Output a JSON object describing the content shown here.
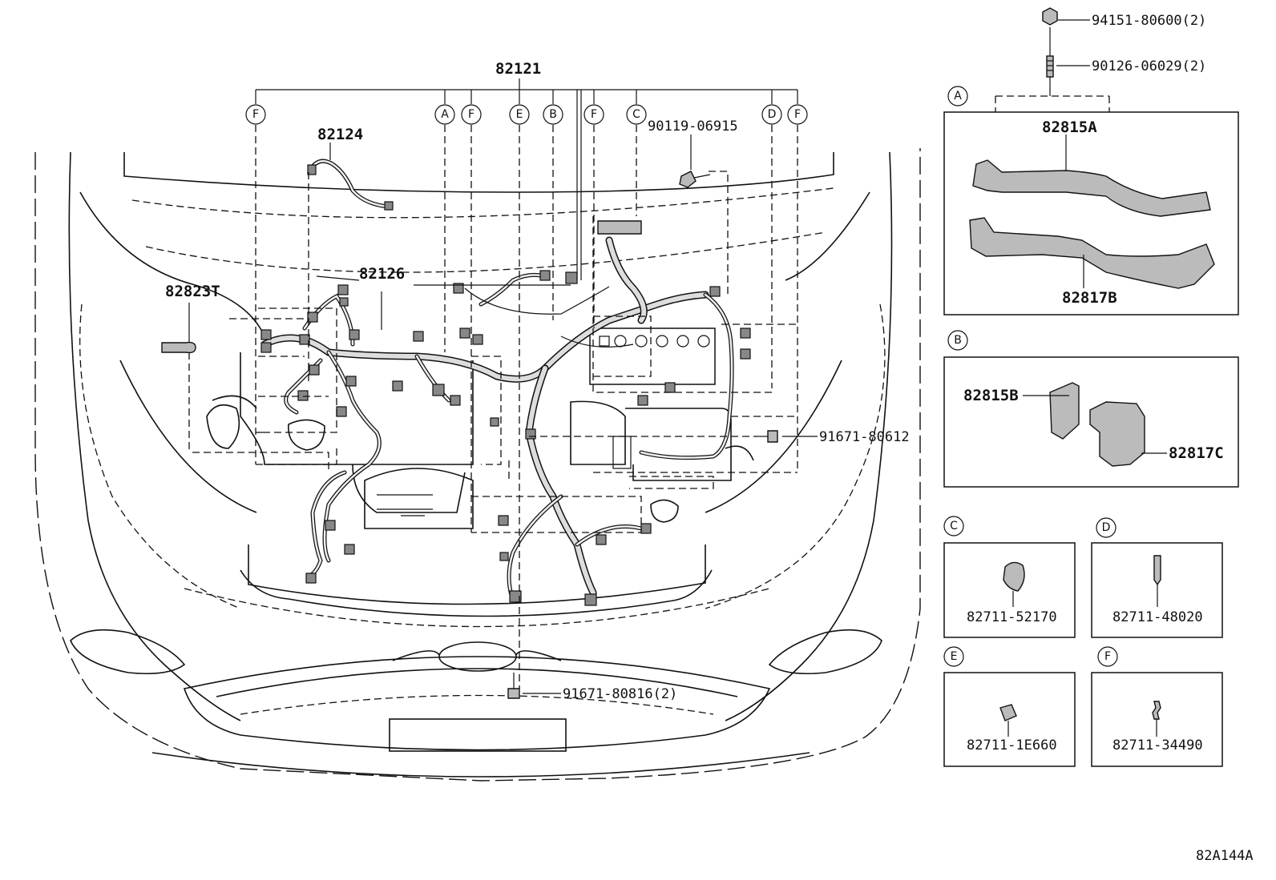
{
  "labels": {
    "harness_main": "82121",
    "wire_82124": "82124",
    "wire_82126": "82126",
    "clip_82823t": "82823T",
    "bolt_90119": "90119-06915",
    "bolt_91671_80612": "91671-80612",
    "bolt_91671_80816": "91671-80816(2)",
    "nut_94151": "94151-80600(2)",
    "stud_90126": "90126-06029(2)",
    "protector_82815a": "82815A",
    "protector_82817b": "82817B",
    "protector_82815b": "82815B",
    "protector_82817c": "82817C",
    "clamp_c": "82711-52170",
    "clamp_d": "82711-48020",
    "clamp_e": "82711-1E660",
    "clamp_f": "82711-34490",
    "diagram_code": "82A144A"
  },
  "callouts": {
    "a": "A",
    "b": "B",
    "c": "C",
    "d": "D",
    "e": "E",
    "f": "F"
  }
}
